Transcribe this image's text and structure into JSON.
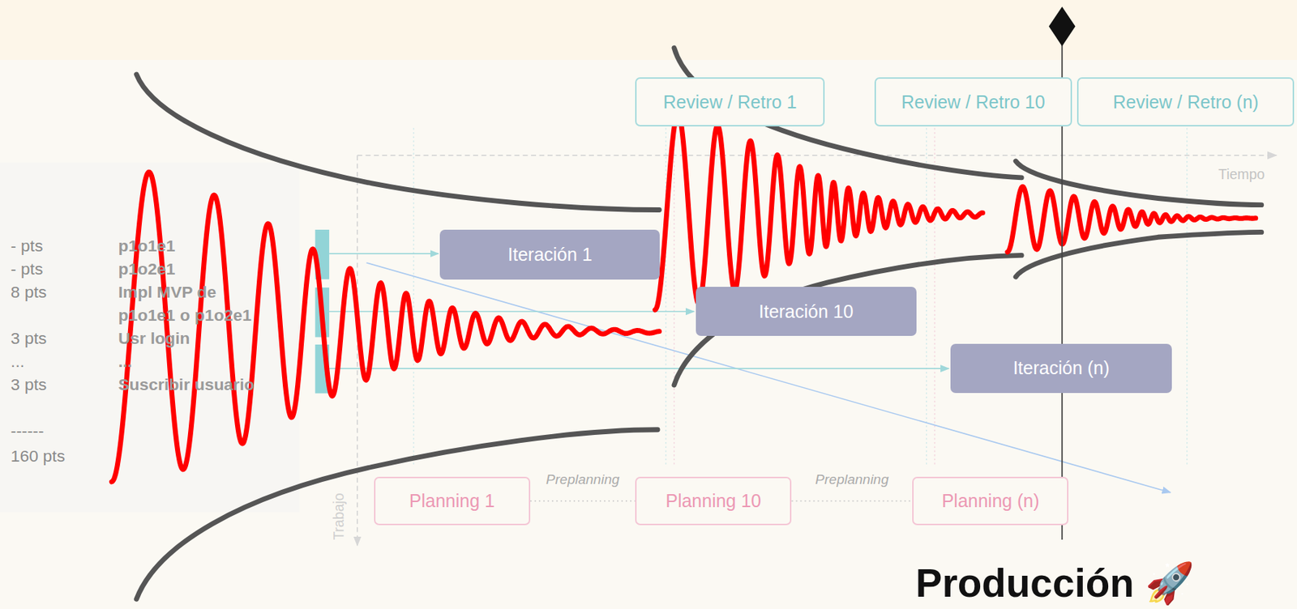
{
  "diagram": {
    "nodes": [
      {
        "text": [
          "Review / Retro 1"
        ]
      },
      {
        "text": [
          "Review / Retro 10"
        ]
      },
      {
        "text": [
          "Review / Retro (n)"
        ]
      },
      {
        "text": [
          "Iteración 1"
        ]
      },
      {
        "text": [
          "Iteración 10"
        ]
      },
      {
        "text": [
          "Iteración (n)"
        ]
      },
      {
        "text": [
          "Planning 1"
        ]
      },
      {
        "text": [
          "Planning 10"
        ]
      },
      {
        "text": [
          "Planning (n)"
        ]
      }
    ],
    "edges": [
      {
        "from": 6,
        "to": 7,
        "arrow": "none",
        "label": "Preplanning"
      },
      {
        "from": 7,
        "to": 8,
        "arrow": "none",
        "label": "Preplanning"
      }
    ],
    "labels": [
      "Tiempo",
      "- pts",
      "p1o1e1",
      "- pts",
      "p1o2e1",
      "8 pts",
      "Impl MVP de p1o1e1 o p1o2e1",
      "3 pts",
      "Usr login",
      "...",
      "...",
      "3 pts",
      "Suscribir usuario",
      "------",
      "160 pts",
      "Trabajo",
      "Producción 🚀"
    ]
  }
}
